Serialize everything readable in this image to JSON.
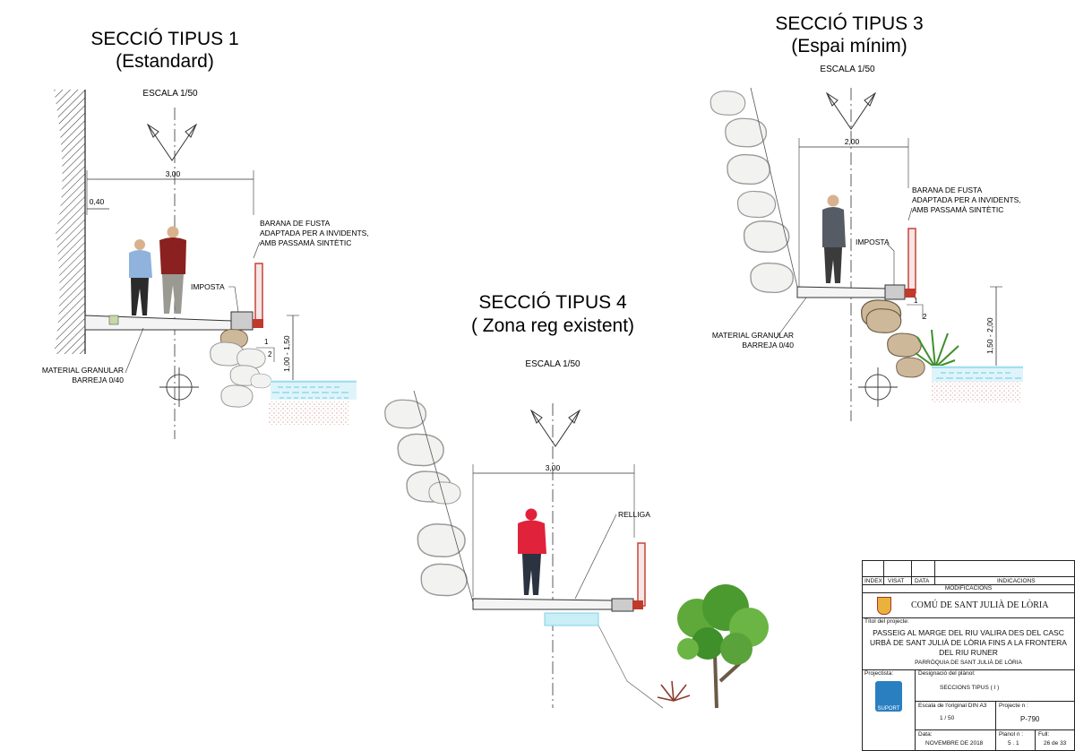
{
  "sections": [
    {
      "title": "SECCIÓ TIPUS 1",
      "subtitle": "(Estandard)",
      "scale": "ESCALA 1/50",
      "dims": {
        "width": "3,00",
        "inner": "0,40",
        "height": "1,00 - 1,50",
        "slope_a": "1",
        "slope_b": "2"
      },
      "labels": {
        "railing": "BARANA DE FUSTA\nADAPTADA PER A INVIDENTS,\nAMB PASSAMÀ SINTÈTIC",
        "imposta": "IMPOSTA",
        "material": "MATERIAL GRANULAR\nBARREJA 0/40"
      }
    },
    {
      "title": "SECCIÓ TIPUS 3",
      "subtitle": "(Espai mínim)",
      "scale": "ESCALA 1/50",
      "dims": {
        "width": "2,00",
        "height": "1,50 - 2,00",
        "slope_a": "1",
        "slope_b": "2"
      },
      "labels": {
        "railing": "BARANA DE FUSTA\nADAPTADA PER A INVIDENTS,\nAMB PASSAMÀ SINTÈTIC",
        "imposta": "IMPOSTA",
        "material": "MATERIAL GRANULAR\nBARREJA 0/40"
      }
    },
    {
      "title": "SECCIÓ TIPUS 4",
      "subtitle": "( Zona reg existent)",
      "scale": "ESCALA 1/50",
      "dims": {
        "width": "3,00"
      },
      "labels": {
        "relliga": "RELLIGA"
      }
    }
  ],
  "cartouche": {
    "headers": [
      "INDEX",
      "VISAT",
      "DATA",
      "INDICACIONS"
    ],
    "modificacions": "MODIFICACIONS",
    "org": "COMÚ DE SANT JULIÀ DE LÒRIA",
    "titol_label": "Títol del projecte:",
    "project_title": "PASSEIG AL MARGE DEL RIU VALIRA DES DEL CASC\nURBÀ DE SANT JULIÀ DE LÒRIA FINS A LA FRONTERA\nDEL RIU RUNER",
    "parroquia": "PARRÒQUIA DE SANT JULIÀ DE LÒRIA",
    "projectista_label": "Projectista:",
    "projectista_logo": "SUPORT",
    "designacio_label": "Designació del plànol:",
    "designacio": "SECCIONS TIPUS ( I )",
    "escala_label": "Escala de l'original DIN A3",
    "escala": "1 / 50",
    "projecte_label": "Projecte n :",
    "projecte": "P-790",
    "data_label": "Data:",
    "data": "NOVEMBRE DE 2018",
    "planol_label": "Planol n :",
    "planol": "5 . 1",
    "full_label": "Full:",
    "full": "26 de 33"
  },
  "colors": {
    "railing": "#c0392b",
    "water": "#7fd3e6",
    "ground": "#c97a7a",
    "tree": "#3f8f2a",
    "figure_red": "#e0233a"
  }
}
